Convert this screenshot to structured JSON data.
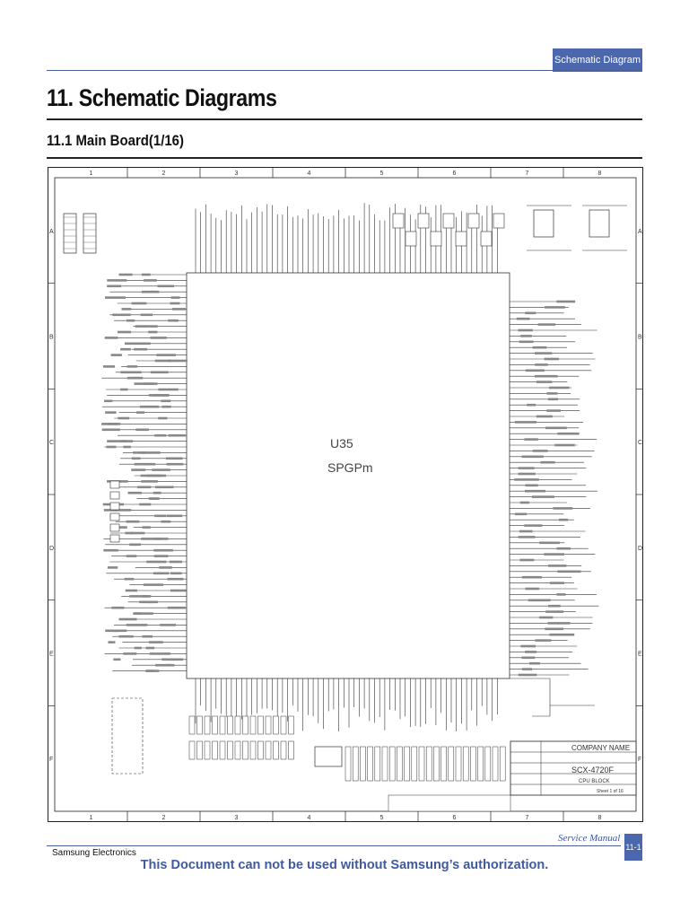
{
  "header": {
    "tag": "Schematic Diagram"
  },
  "title": "11.  Schematic Diagrams",
  "subtitle": "11.1  Main Board(1/16)",
  "schematic": {
    "grid_columns": [
      "1",
      "2",
      "3",
      "4",
      "5",
      "6",
      "7",
      "8"
    ],
    "grid_rows": [
      "A",
      "B",
      "C",
      "D",
      "E",
      "F"
    ],
    "main_chip_label": "U35",
    "main_chip_name": "SPGPm",
    "title_block": {
      "company": "COMPANY NAME",
      "model": "SCX-4720F",
      "block": "CPU BLOCK",
      "sheet": "Sheet 1 of 16"
    }
  },
  "footer": {
    "company": "Samsung Electronics",
    "manual": "Service Manual",
    "page": "11-1",
    "warning": "This Document can not be used without Samsung’s authorization."
  },
  "colors": {
    "accent": "#4b67ad",
    "text_accent": "#3f5a9e"
  }
}
